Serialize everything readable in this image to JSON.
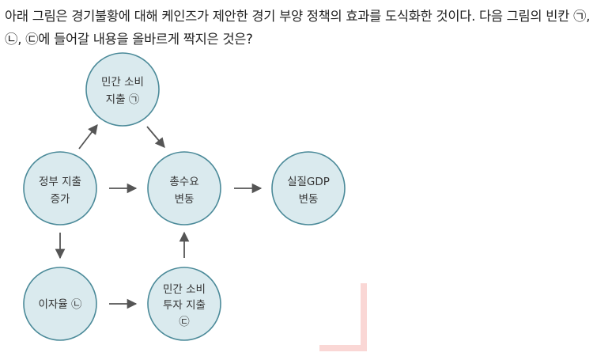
{
  "question": {
    "text": "아래 그림은 경기불황에 대해 케인즈가 제안한 경기 부양 정책의 효과를 도식화한 것이다. 다음 그림의 빈칸 ㉠, ㉡, ㉢에 들어갈 내용을 올바르게 짝지은 것은?"
  },
  "diagram": {
    "nodes": {
      "consumption": {
        "line1": "민간 소비",
        "line2": "지출 ㉠"
      },
      "government": {
        "line1": "정부 지출",
        "line2": "증가"
      },
      "aggregate_demand": {
        "line1": "총수요",
        "line2": "변동"
      },
      "real_gdp": {
        "line1": "실질GDP",
        "line2": "변동"
      },
      "interest_rate": {
        "line1": "이자율 ㉡"
      },
      "investment": {
        "line1": "민간 소비",
        "line2": "투자 지출",
        "line3": "㉢"
      }
    }
  },
  "colors": {
    "node_fill": "#daeaee",
    "node_stroke": "#4b8a99",
    "arrow": "#555555",
    "corner_mark": "#f6b6b2"
  }
}
